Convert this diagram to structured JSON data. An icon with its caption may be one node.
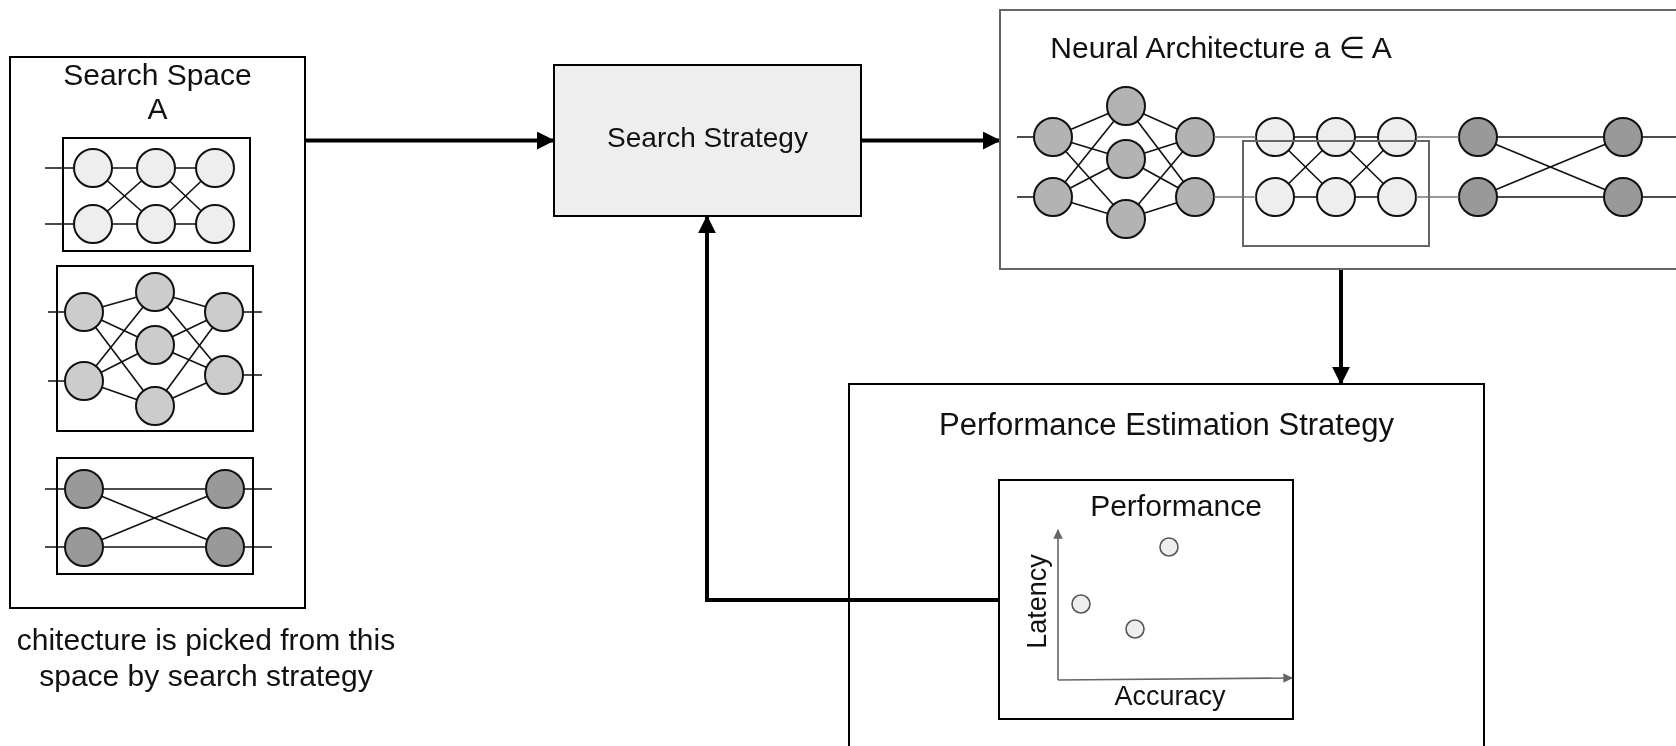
{
  "diagram": {
    "nodes": [
      {
        "text": [
          "Search Space A"
        ],
        "beside": [
          "chitecture is picked from this space by search strategy"
        ]
      },
      {
        "text": [],
        "shape": "box",
        "in": 0
      },
      {
        "text": [],
        "shape": "box",
        "in": 0
      },
      {
        "text": [],
        "shape": "box",
        "in": 0
      },
      {
        "text": [
          "Search Strategy"
        ]
      },
      {
        "text": [
          "Neural Architecture a ∈ A"
        ]
      },
      {
        "text": [],
        "shape": "box",
        "in": 5
      },
      {
        "text": [
          "Performance Estimation Strategy"
        ]
      },
      {
        "text": [
          "Performance",
          "Latency",
          "Accuracy"
        ],
        "in": 7
      }
    ],
    "edges": [
      {
        "from": 0,
        "to": 4,
        "arrow": "to"
      },
      {
        "from": 4,
        "to": 5,
        "arrow": "to"
      },
      {
        "from": 5,
        "to": 7,
        "arrow": "to"
      },
      {
        "from": 8,
        "to": 4,
        "arrow": "to"
      }
    ]
  }
}
